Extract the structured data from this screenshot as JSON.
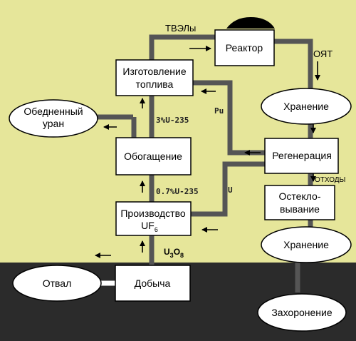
{
  "nodes": {
    "reactor": "Реактор",
    "fuel_fab_line1": "Изготовление",
    "fuel_fab_line2": "топлива",
    "enrichment": "Обогащение",
    "production_line1": "Производство",
    "production_line2": "UF",
    "production_sub": "6",
    "mining": "Добыча",
    "depleted_line1": "Обедненный",
    "depleted_line2": "уран",
    "dump": "Отвал",
    "storage1": "Хранение",
    "regeneration": "Регенерация",
    "vitrif_line1": "Остекло-",
    "vitrif_line2": "вывание",
    "storage2": "Хранение",
    "burial": "Захоронение"
  },
  "labels": {
    "tvel": "ТВЭЛы",
    "oyat": "ОЯТ",
    "u235_3": "3%U-235",
    "u235_07": "0.7%U-235",
    "pu": "Pu",
    "u": "U",
    "waste": "ОТХОДЫ",
    "u3o8_a": "U",
    "u3o8_sub1": "3",
    "u3o8_b": "O",
    "u3o8_sub2": "8"
  },
  "colors": {
    "background": "#e6e69a",
    "ground": "#2b2b2b",
    "pipe": "#555555",
    "box_fill": "#ffffff",
    "text": "#000000"
  }
}
